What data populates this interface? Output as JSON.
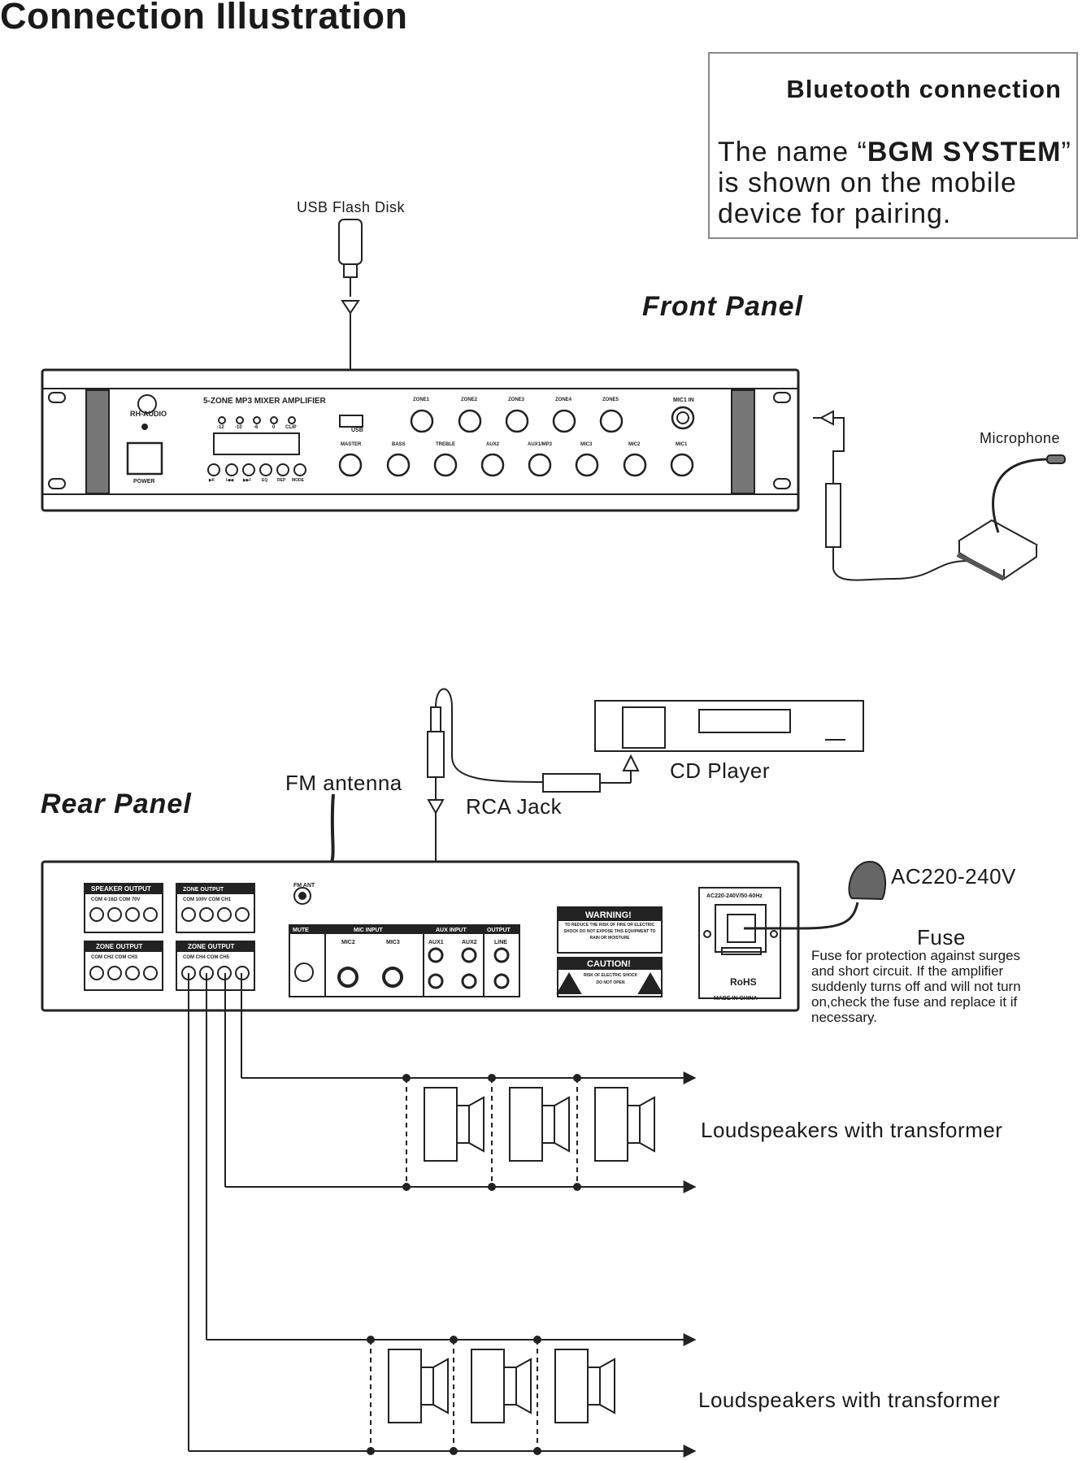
{
  "title": "Connection Illustration",
  "bluetooth": {
    "heading": "Bluetooth connection",
    "text_prefix": "The name “",
    "device_name": "BGM SYSTEM",
    "text_suffix": "” is shown on the mobile device for pairing."
  },
  "front_panel": {
    "label": "Front Panel",
    "usb_label": "USB Flash Disk",
    "microphone_label": "Microphone",
    "brand": "RH-AUDIO",
    "model": "5-ZONE MP3 MIXER AMPLIFIER",
    "power": "POWER",
    "usb_port": "USB",
    "mic1_in": "MIC1 IN",
    "zones": [
      "ZONE1",
      "ZONE2",
      "ZONE3",
      "ZONE4",
      "ZONE5"
    ],
    "knobs": [
      "MASTER",
      "BASS",
      "TREBLE",
      "AUX2",
      "AUX1/MP3",
      "MIC3",
      "MIC2",
      "MIC1"
    ],
    "leds": [
      "-12",
      "-10",
      "-6",
      "0",
      "CLIP"
    ],
    "buttons": [
      "▶II",
      "I◀◀",
      "▶▶I",
      "EQ",
      "REP",
      "MODE"
    ]
  },
  "rear_panel": {
    "label": "Rear Panel",
    "fm_antenna": "FM antenna",
    "fm_ant": "FM ANT",
    "rca_jack": "RCA Jack",
    "cd_player": "CD Player",
    "ac_label": "AC220-240V",
    "ac_rating": "AC220-240V/50-60Hz",
    "fuse_title": "Fuse",
    "fuse_desc": "Fuse for protection against surges and short circuit. If the amplifier suddenly turns off and will not turn on,check the fuse and replace it if necessary.",
    "speaker_output": "SPEAKER OUTPUT",
    "speaker_terms": "COM  4-16Ω  COM  70V",
    "zone_output": "ZONE OUTPUT",
    "zone_terms_1": "COM  CH2  COM  CH3",
    "zone_terms_2": "COM  CH4  COM  CH5",
    "zone_terms_3": "COM  100V  COM  CH1",
    "mute": "MUTE",
    "mic_input": "MIC INPUT",
    "aux_input": "AUX INPUT",
    "output": "OUTPUT",
    "mic2": "MIC2",
    "mic3": "MIC3",
    "aux1": "AUX1",
    "aux2": "AUX2",
    "line": "LINE",
    "warning": "WARNING!",
    "warning_text": "TO REDUCE THE RISK OF FIRE OR ELECTRIC SHOCK DO NOT EXPOSE THIS EQUIPMENT TO RAIN OR MOISTURE",
    "caution": "CAUTION!",
    "caution_text": "RISK OF ELECTRIC SHOCK DO NOT OPEN",
    "made_in": "MADE IN CHINA",
    "rohs": "RoHS"
  },
  "speakers": {
    "group1_label": "Loudspeakers with transformer",
    "group2_label": "Loudspeakers with transformer"
  }
}
